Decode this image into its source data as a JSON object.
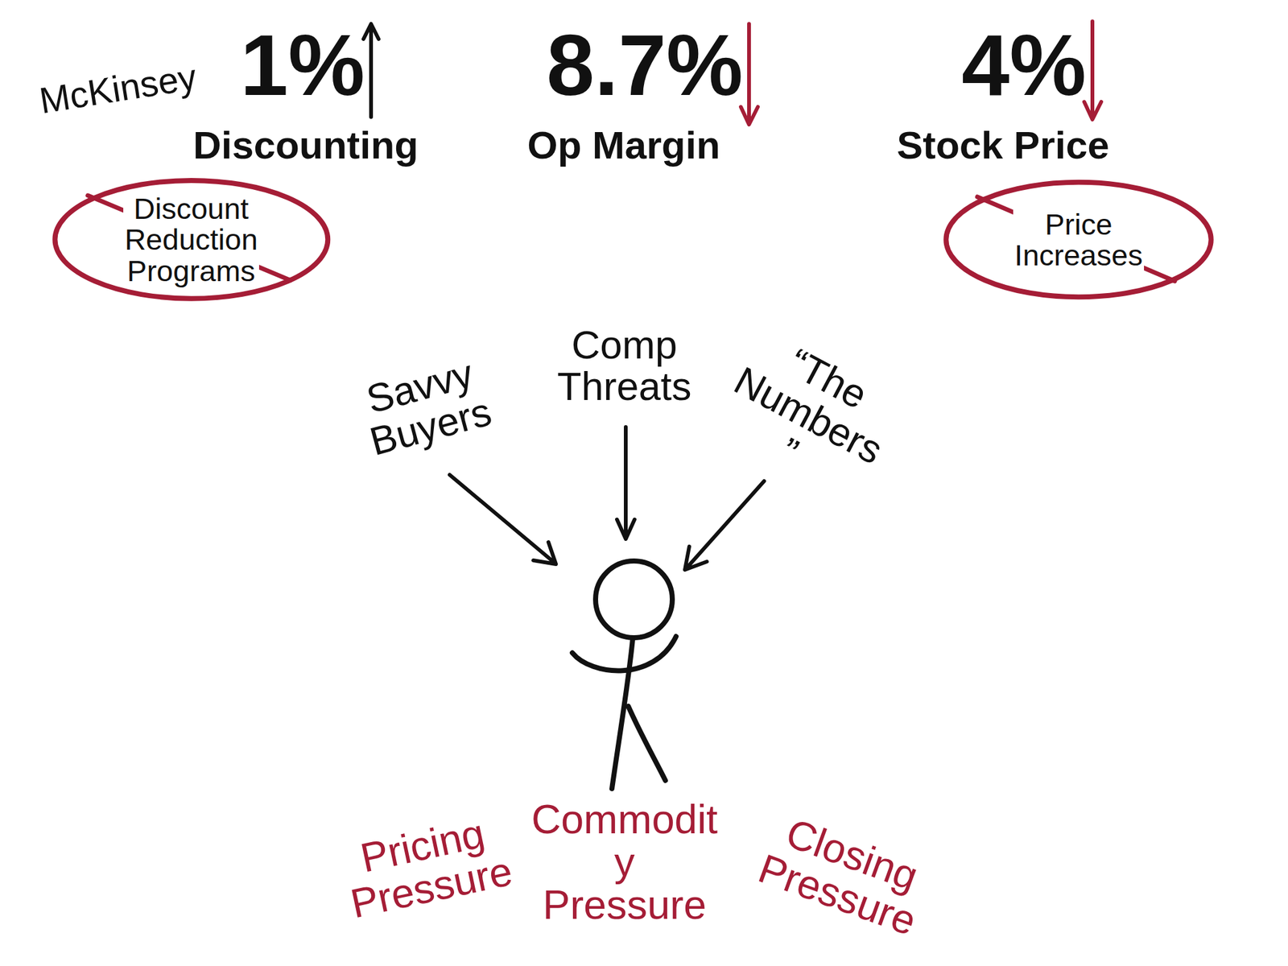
{
  "diagram": {
    "nodes": [
      {
        "text": [
          "Discount Reduction Programs"
        ]
      },
      {
        "text": [
          "Price Increases"
        ]
      }
    ],
    "labels": [
      "McKinsey",
      "1%",
      "Discounting",
      "8.7%",
      "Op Margin",
      "4%",
      "Stock Price",
      "Savvy Buyers",
      "Comp Threats",
      "“The Numbers ”",
      "Pricing Pressure",
      "Commodit y Pressure",
      "Closing Pressure"
    ]
  }
}
